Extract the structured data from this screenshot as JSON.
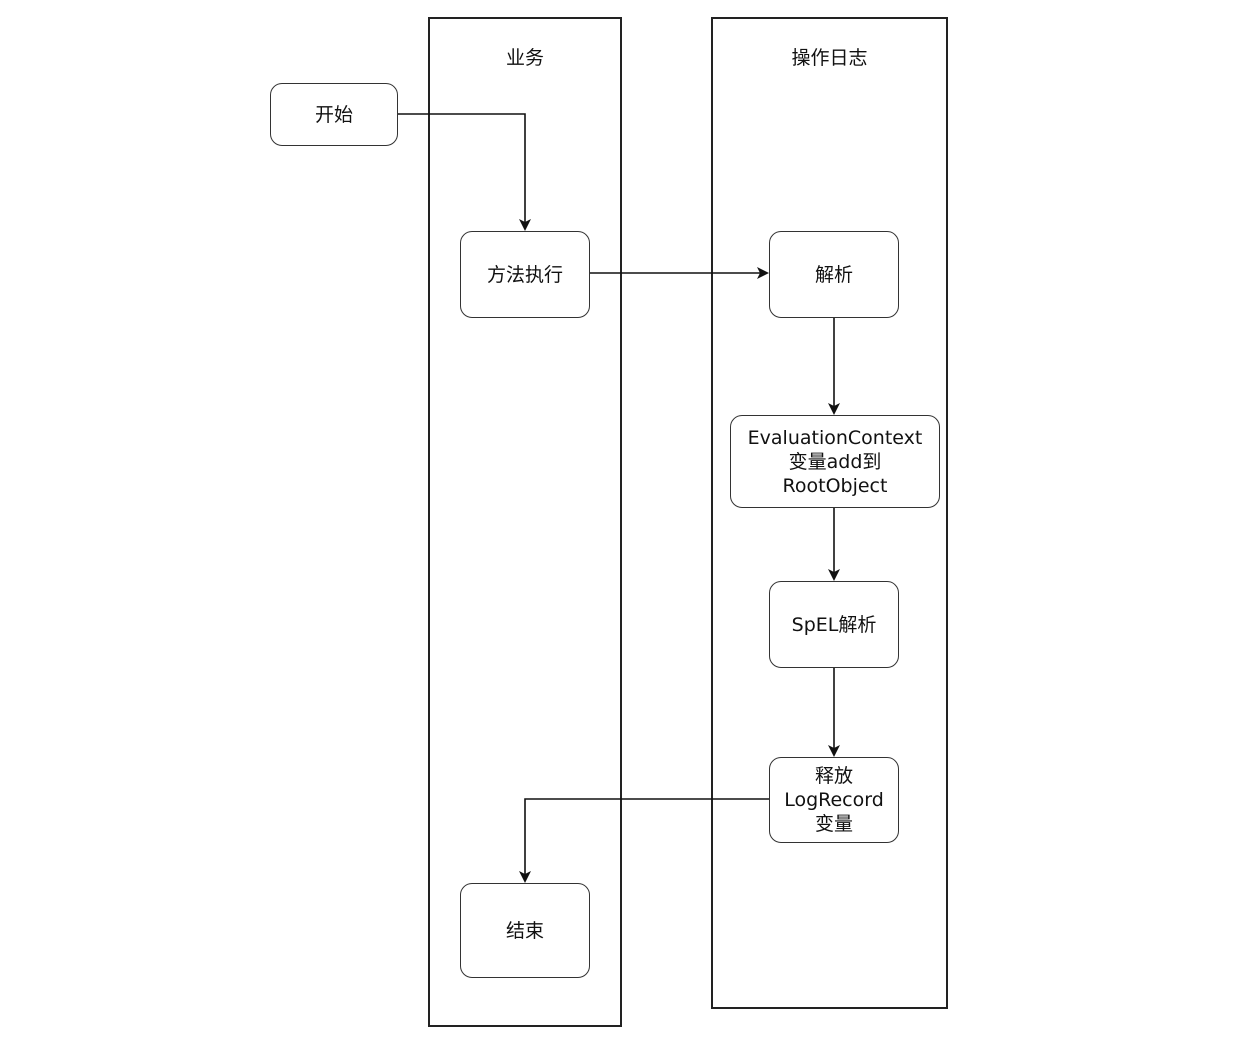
{
  "lanes": {
    "business": {
      "title": "业务"
    },
    "oplog": {
      "title": "操作日志"
    }
  },
  "nodes": {
    "start": {
      "label": "开始"
    },
    "method_exec": {
      "label": "方法执行"
    },
    "parse": {
      "label": "解析"
    },
    "eval_context": {
      "lines": [
        "EvaluationContext",
        "变量add到",
        "RootObject"
      ]
    },
    "spel_parse": {
      "label": "SpEL解析"
    },
    "release": {
      "lines": [
        "释放",
        "LogRecord",
        "变量"
      ]
    },
    "end": {
      "label": "结束"
    }
  },
  "edges": [
    {
      "from": "start",
      "to": "method_exec"
    },
    {
      "from": "method_exec",
      "to": "parse"
    },
    {
      "from": "parse",
      "to": "eval_context"
    },
    {
      "from": "eval_context",
      "to": "spel_parse"
    },
    {
      "from": "spel_parse",
      "to": "release"
    },
    {
      "from": "release",
      "to": "end"
    }
  ],
  "colors": {
    "stroke": "#333333",
    "lane_border": "#222222",
    "background": "#ffffff"
  }
}
